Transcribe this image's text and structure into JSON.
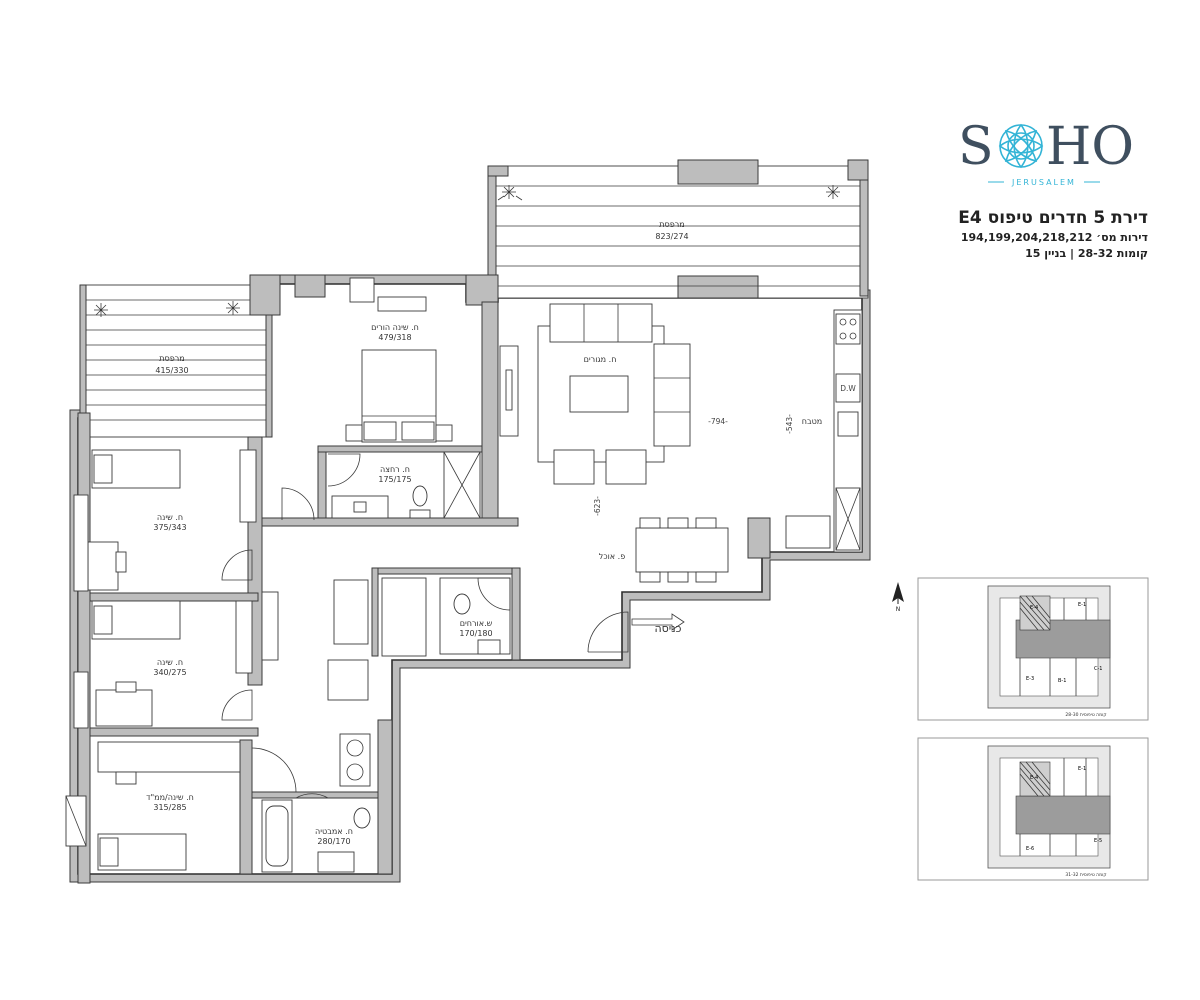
{
  "brand": {
    "name_left": "S",
    "name_right": "HO",
    "city": "JERUSALEM",
    "accent_color": "#33b4d6",
    "text_color": "#3f4f5f"
  },
  "header": {
    "title": "דירת 5 חדרים טיפוס E4",
    "apartments": "דירות מס׳ 194,199,204,218,212",
    "floors": "קומות 28-32 | בניין 15"
  },
  "rooms": {
    "balcony_top": {
      "name": "מרפסת",
      "size": "823/274"
    },
    "balcony_left": {
      "name": "מרפסת",
      "size": "415/330"
    },
    "master_bedroom": {
      "name": "ח. שינה הורים",
      "size": "479/318"
    },
    "living": {
      "name": "ח. מגורים"
    },
    "kitchen": {
      "name": "מטבח"
    },
    "dishwasher": "D.W",
    "master_bath": {
      "name": "ח. רחצה",
      "size": "175/175"
    },
    "bedroom_1": {
      "name": "ח. שינה",
      "size": "375/343"
    },
    "bedroom_2": {
      "name": "ח. שינה",
      "size": "340/275"
    },
    "bedroom_safe": {
      "name": "ח. שינה/ממ\"ד",
      "size": "315/285"
    },
    "dining": {
      "name": "פ. אוכל"
    },
    "guest_wc": {
      "name": "ש.אורחים",
      "size": "170/180"
    },
    "bath": {
      "name": "ח. אמבטיה",
      "size": "280/170"
    },
    "entrance": {
      "name": "כניסה"
    }
  },
  "dimensions": {
    "living_width": "-794-",
    "kitchen_depth": "-543-",
    "dining_depth": "-623-"
  },
  "compass": {
    "label": "N"
  },
  "keyplans": [
    {
      "caption": "קומה טיפוסית 28-30",
      "units": [
        "E-4",
        "E-1",
        "E-3",
        "B-1",
        "C-1"
      ]
    },
    {
      "caption": "קומה טיפוסית 31-32",
      "units": [
        "E-4",
        "E-1",
        "E-6",
        "E-5"
      ]
    }
  ]
}
